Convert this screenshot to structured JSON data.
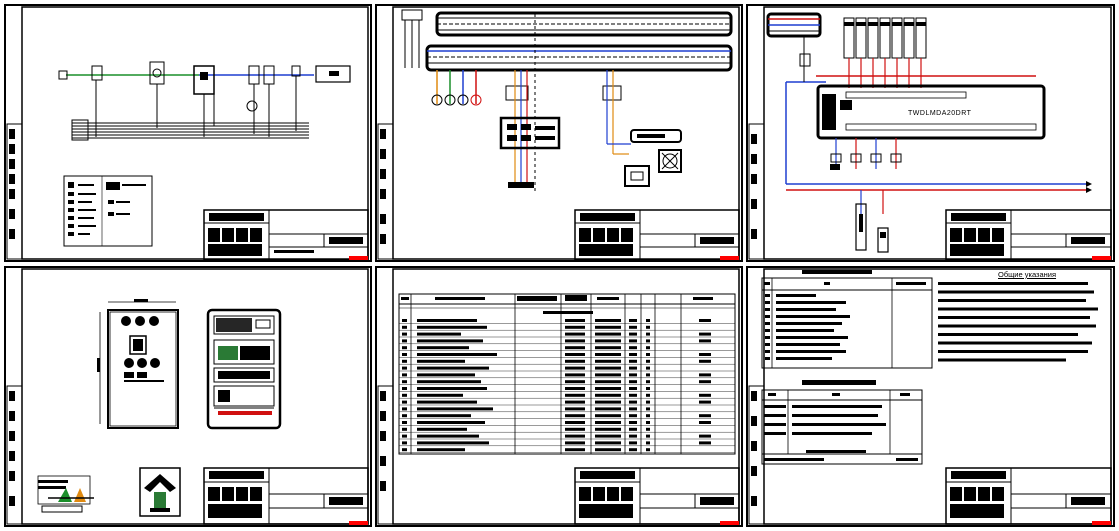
{
  "drawing_set": {
    "sheet_count": 6,
    "sheets": [
      {
        "id": "sheet-1",
        "content": "single-line-scheme"
      },
      {
        "id": "sheet-2",
        "content": "control-circuit"
      },
      {
        "id": "sheet-3",
        "content": "plc-wiring"
      },
      {
        "id": "sheet-4",
        "content": "cabinet-layout"
      },
      {
        "id": "sheet-5",
        "content": "equipment-specification"
      },
      {
        "id": "sheet-6",
        "content": "terminal-table-notes"
      }
    ]
  },
  "texts": {
    "plc_model": "TWDLMDA20DRT",
    "notes_heading": "Общие указания"
  },
  "colors": {
    "frame": "#000000",
    "phase_green": "#1a8f2a",
    "neutral_blue": "#1f3fd0",
    "live_red": "#d01010",
    "signal_orange": "#e08a10",
    "accent_dark_green": "#2a7a35",
    "stamp_red": "#ff0000"
  }
}
